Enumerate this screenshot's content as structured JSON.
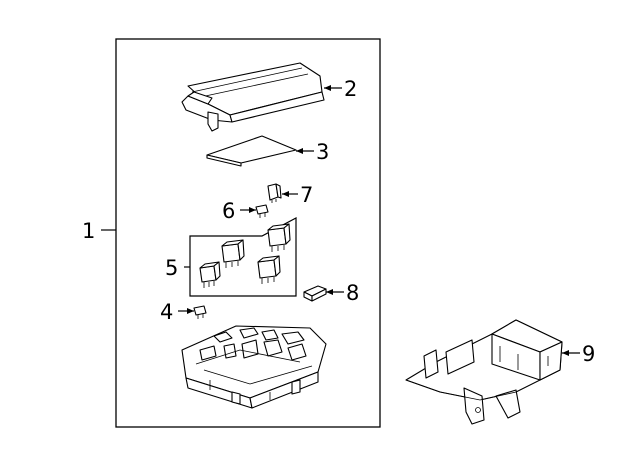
{
  "callouts": {
    "c1": "1",
    "c2": "2",
    "c3": "3",
    "c4": "4",
    "c5": "5",
    "c6": "6",
    "c7": "7",
    "c8": "8",
    "c9": "9"
  },
  "parts": [
    {
      "callout": "1",
      "icon": "fuse-box-assembly-frame"
    },
    {
      "callout": "2",
      "icon": "fuse-box-cover"
    },
    {
      "callout": "3",
      "icon": "label-card"
    },
    {
      "callout": "4",
      "icon": "small-fuse"
    },
    {
      "callout": "5",
      "icon": "relay-group"
    },
    {
      "callout": "6",
      "icon": "small-fuse"
    },
    {
      "callout": "7",
      "icon": "mini-relay"
    },
    {
      "callout": "8",
      "icon": "fuse-puller"
    },
    {
      "callout": "9",
      "icon": "mounting-bracket"
    }
  ]
}
